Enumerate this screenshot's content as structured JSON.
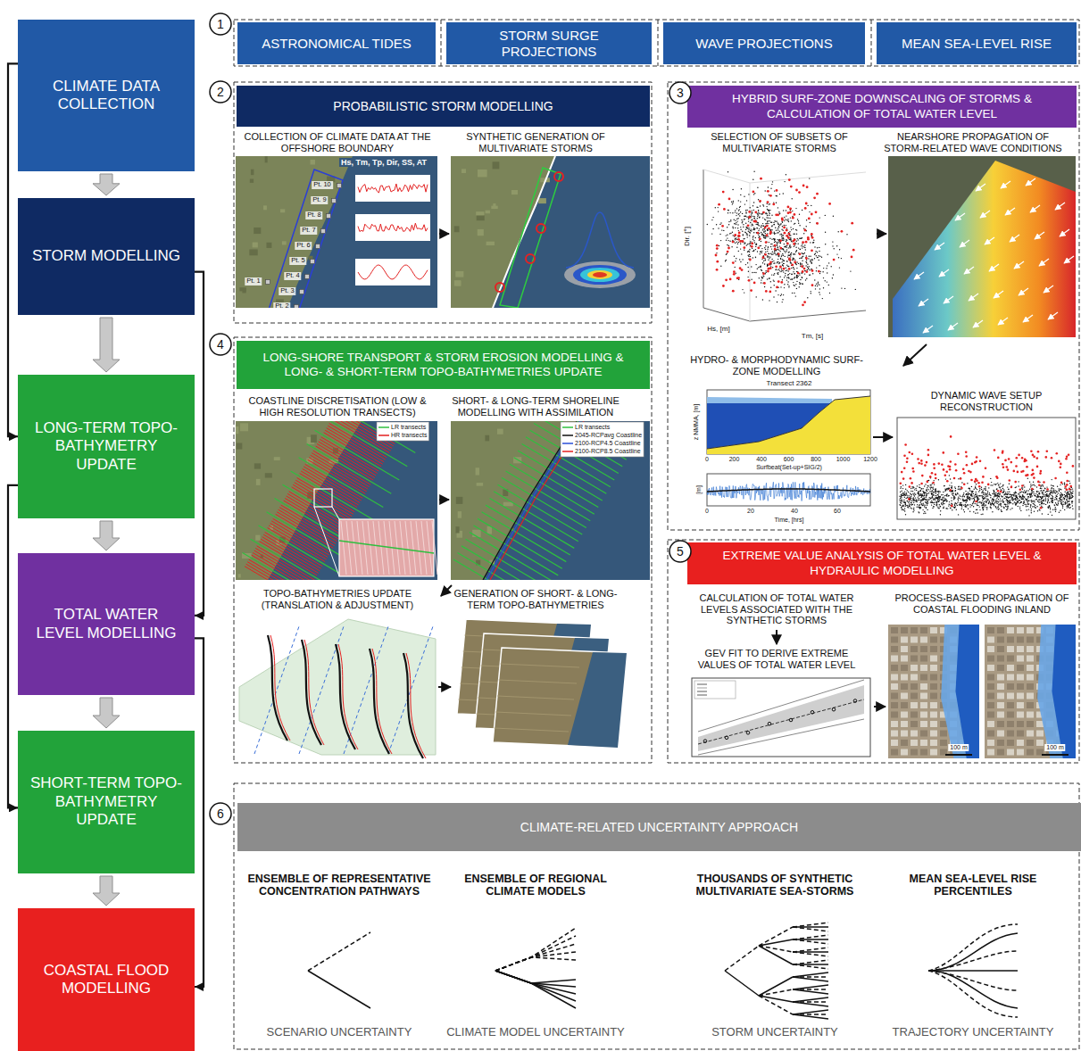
{
  "diagram": {
    "nodes": [
      {
        "text": [
          "CLIMATE DATA COLLECTION"
        ]
      },
      {
        "text": [
          "STORM MODELLING"
        ]
      },
      {
        "text": [
          "LONG-TERM TOPO-BATHYMETRY UPDATE"
        ]
      },
      {
        "text": [
          "TOTAL WATER LEVEL MODELLING"
        ]
      },
      {
        "text": [
          "SHORT-TERM TOPO-BATHYMETRY UPDATE"
        ]
      },
      {
        "text": [
          "COASTAL FLOOD MODELLING"
        ]
      },
      {
        "text": [
          "1"
        ]
      },
      {
        "text": [
          "ASTRONOMICAL TIDES"
        ]
      },
      {
        "text": [
          "STORM SURGE PROJECTIONS"
        ]
      },
      {
        "text": [
          "WAVE PROJECTIONS"
        ]
      },
      {
        "text": [
          "MEAN SEA-LEVEL RISE"
        ]
      },
      {
        "text": [
          "2"
        ]
      },
      {
        "text": [
          "PROBABILISTIC STORM MODELLING"
        ]
      },
      {
        "text": [
          "3"
        ]
      },
      {
        "text": [
          "HYBRID SURF-ZONE DOWNSCALING OF STORMS & CALCULATION OF TOTAL WATER LEVEL"
        ]
      },
      {
        "text": [
          "4"
        ]
      },
      {
        "text": [
          "LONG-SHORE TRANSPORT & STORM EROSION MODELLING & LONG- & SHORT-TERM TOPO-BATHYMETRIES UPDATE"
        ]
      },
      {
        "text": [
          "5"
        ]
      },
      {
        "text": [
          "EXTREME VALUE ANALYSIS OF TOTAL WATER LEVEL & HYDRAULIC MODELLING"
        ]
      },
      {
        "text": [
          "6"
        ]
      },
      {
        "text": [
          "CLIMATE-RELATED UNCERTAINTY APPROACH"
        ]
      }
    ],
    "edges": [
      {
        "from": 0,
        "to": 1,
        "arrow": "to"
      },
      {
        "from": 1,
        "to": 2,
        "arrow": "to"
      },
      {
        "from": 2,
        "to": 3,
        "arrow": "to"
      },
      {
        "from": 3,
        "to": 4,
        "arrow": "to"
      },
      {
        "from": 4,
        "to": 5,
        "arrow": "to"
      },
      {
        "from": 0,
        "to": 2,
        "arrow": "to"
      },
      {
        "from": 1,
        "to": 3,
        "arrow": "to"
      },
      {
        "from": 2,
        "to": 4,
        "arrow": "to"
      },
      {
        "from": 3,
        "to": 5,
        "arrow": "to"
      }
    ],
    "labels": [
      "COLLECTION OF CLIMATE DATA AT THE OFFSHORE BOUNDARY",
      "SYNTHETIC GENERATION OF MULTIVARIATE STORMS",
      "Hs, Tm, Tp, Dir, SS, AT",
      "Pt. 10",
      "Pt. 9",
      "Pt. 8",
      "Pt. 7",
      "Pt. 6",
      "Pt. 5",
      "Pt. 4",
      "Pt. 1",
      "Pt. 3",
      "Pt. 2",
      "SELECTION OF SUBSETS OF MULTIVARIATE STORMS",
      "NEARSHORE PROPAGATION OF STORM-RELATED WAVE CONDITIONS",
      "Dir. [°]",
      "Hs, [m]",
      "Tm, [s]",
      "HYDRO- & MORPHODYNAMIC SURF-ZONE MODELLING",
      "Transect 2362",
      "z NMMA, [m]",
      "0",
      "200",
      "400",
      "600",
      "800",
      "1000",
      "1200",
      "Surfbeat(Set-up+SIG/2)",
      "[m]",
      "Time, [hrs]",
      "0",
      "20",
      "40",
      "60",
      "DYNAMIC WAVE SETUP RECONSTRUCTION",
      "COASTLINE DISCRETISATION (LOW & HIGH RESOLUTION TRANSECTS)",
      "SHORT- & LONG-TERM SHORELINE MODELLING WITH ASSIMILATION",
      "TOPO-BATHYMETRIES UPDATE (TRANSLATION & ADJUSTMENT)",
      "GENERATION OF SHORT- & LONG-TERM TOPO-BATHYMETRIES",
      "CALCULATION OF TOTAL WATER LEVELS ASSOCIATED WITH THE SYNTHETIC STORMS",
      "GEV FIT TO DERIVE EXTREME VALUES OF TOTAL WATER LEVEL",
      "PROCESS-BASED PROPAGATION OF COASTAL FLOODING INLAND",
      "100 m",
      "100 m",
      "ENSEMBLE OF REPRESENTATIVE CONCENTRATION PATHWAYS",
      "ENSEMBLE OF REGIONAL CLIMATE MODELS",
      "THOUSANDS OF SYNTHETIC MULTIVARIATE SEA-STORMS",
      "MEAN SEA-LEVEL RISE PERCENTILES",
      "SCENARIO UNCERTAINTY",
      "CLIMATE MODEL UNCERTAINTY",
      "STORM UNCERTAINTY",
      "TRAJECTORY UNCERTAINTY"
    ],
    "legend": [
      {
        "text": "LR transects"
      },
      {
        "text": "HR transects"
      },
      {
        "text": "LR transects"
      },
      {
        "text": "2045-RCPavg Coastline"
      },
      {
        "text": "2100-RCP4.5 Coastline"
      },
      {
        "text": "2100-RCP8.5 Coastline"
      }
    ]
  }
}
